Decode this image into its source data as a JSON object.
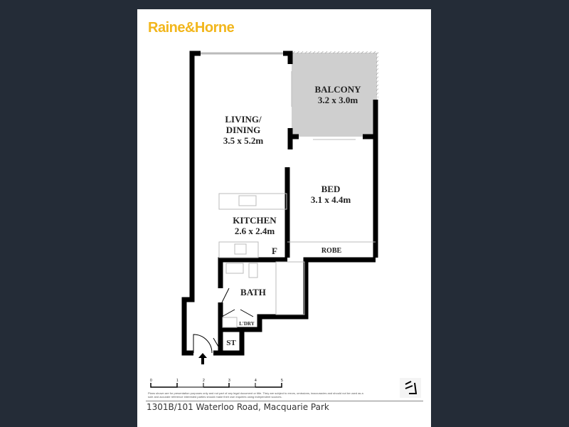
{
  "brand": {
    "logo_text": "Raine&Horne",
    "logo_color": "#f2b61c"
  },
  "rooms": {
    "living": {
      "name_line1": "LIVING/",
      "name_line2": "DINING",
      "size": "3.5 x 5.2m"
    },
    "balcony": {
      "name": "BALCONY",
      "size": "3.2 x 3.0m"
    },
    "bed": {
      "name": "BED",
      "size": "3.1 x 4.4m"
    },
    "kitchen": {
      "name": "KITCHEN",
      "size": "2.6 x 2.4m"
    },
    "fridge": "F",
    "robe": "ROBE",
    "bath": "BATH",
    "laundry": "L'DRY",
    "storage": "ST"
  },
  "scale": {
    "ticks": [
      "0",
      "1",
      "2",
      "3",
      "4",
      "5"
    ]
  },
  "disclaimer": "Plans shown are for presentation purposes only and not part of any legal document or title. They are subject to errors, omissions, inaccuracies and should not be used as a sole and accurate reference interested parties should make their own inquiries using independent sources.",
  "address": "1301B/101 Waterloo Road, Macquarie Park",
  "colors": {
    "background": "#242c37",
    "balcony": "#cfcfcf"
  }
}
